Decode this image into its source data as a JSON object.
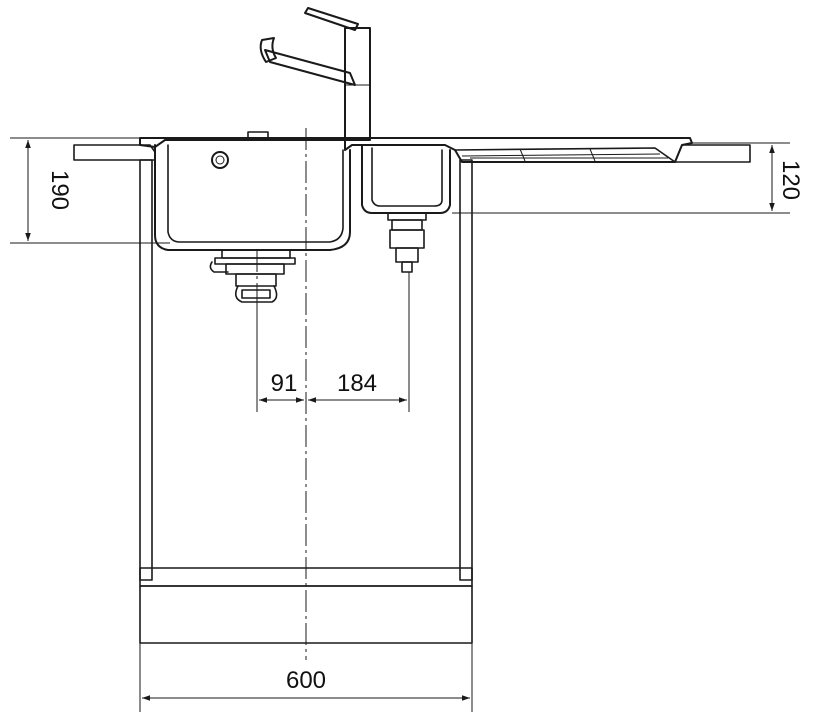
{
  "drawing": {
    "dimensions": {
      "left_height": "190",
      "right_height": "120",
      "waste_offset_left": "91",
      "waste_offset_right": "184",
      "cabinet_width": "600"
    }
  }
}
